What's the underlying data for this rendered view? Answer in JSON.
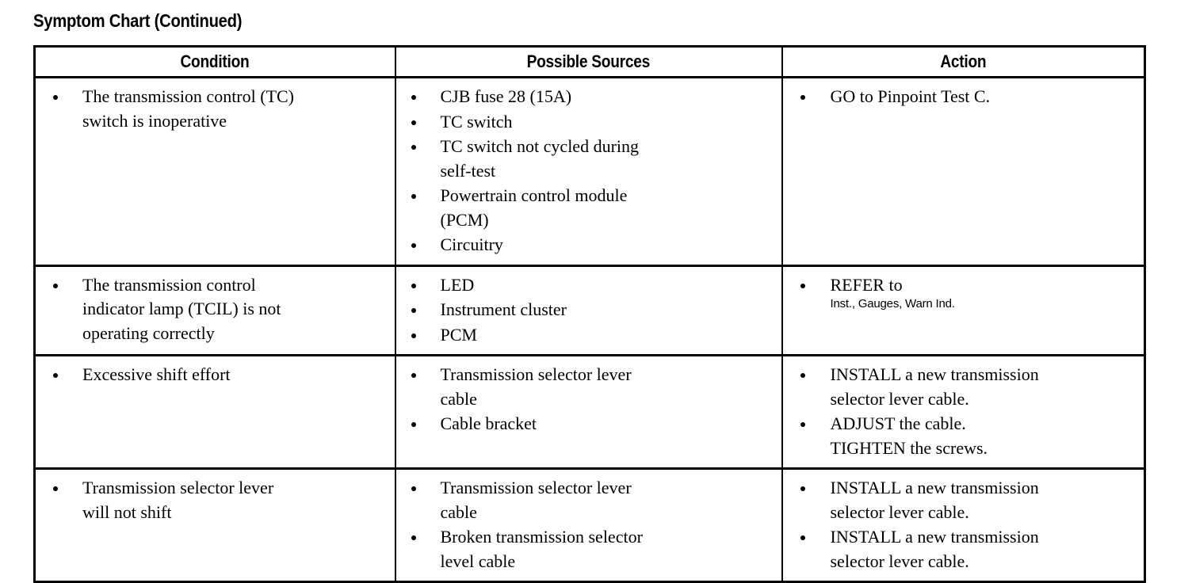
{
  "page": {
    "title": "Symptom Chart (Continued)"
  },
  "table": {
    "headers": [
      {
        "key": "condition",
        "label": "Condition"
      },
      {
        "key": "sources",
        "label": "Possible Sources"
      },
      {
        "key": "action",
        "label": "Action"
      }
    ],
    "rows": [
      {
        "condition": [
          "The transmission control (TC)\nswitch is inoperative"
        ],
        "sources": [
          "CJB fuse 28 (15A)",
          "TC switch",
          "TC switch not cycled during\nself-test",
          "Powertrain control module\n(PCM)",
          "Circuitry"
        ],
        "action": [
          "GO to Pinpoint Test C."
        ]
      },
      {
        "condition": [
          "The transmission control\nindicator lamp (TCIL) is not\noperating correctly"
        ],
        "sources": [
          "LED",
          "Instrument cluster",
          "PCM"
        ],
        "action": [
          "REFER to"
        ],
        "action_subnotes": [
          "Inst., Gauges, Warn Ind."
        ]
      },
      {
        "condition": [
          "Excessive shift effort"
        ],
        "sources": [
          "Transmission selector lever\ncable",
          "Cable bracket"
        ],
        "action": [
          "INSTALL a new transmission\nselector lever cable.",
          "ADJUST the cable.\nTIGHTEN the screws."
        ]
      },
      {
        "condition": [
          "Transmission selector lever\nwill not shift"
        ],
        "sources": [
          "Transmission selector lever\ncable",
          "Broken transmission selector\nlevel cable"
        ],
        "action": [
          "INSTALL a new transmission\nselector lever cable.",
          "INSTALL a new transmission\nselector lever cable."
        ]
      }
    ]
  },
  "colors": {
    "ink": "#000000",
    "paper": "#ffffff"
  }
}
